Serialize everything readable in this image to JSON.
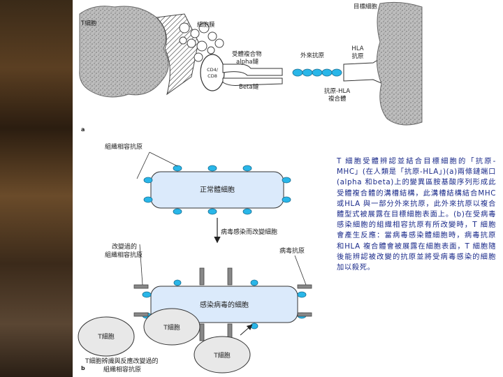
{
  "panel_a": {
    "t_cell": "T細胞",
    "cytoplasm": "細胞膜",
    "receptor_complex_line1": "受體複合物",
    "receptor_complex_line2": "alpha鏈",
    "beta_chain": "Beta鏈",
    "cd4_line1": "CD4/",
    "cd4_line2": "CD8",
    "foreign_antigen": "外來抗原",
    "hla_line1": "HLA",
    "hla_line2": "抗原",
    "complex_line1": "抗原-HLA",
    "complex_line2": "複合體",
    "target_cell": "目標細胞",
    "panel_letter": "a"
  },
  "panel_b": {
    "tissue_antigen": "組織相容抗原",
    "normal_cell": "正常體細胞",
    "infected_arrow": "病毒感染而改變細胞",
    "altered_line1": "改變過的",
    "altered_line2": "組織相容抗原",
    "viral_antigen": "病毒抗原",
    "infected_cell": "感染病毒的細胞",
    "t_cell_1": "T細胞",
    "t_cell_2": "T細胞",
    "t_cell_3": "T細胞",
    "bottom_line1": "T細胞辨識與反應改變過的",
    "bottom_line2": "組織相容抗原",
    "panel_letter": "b"
  },
  "caption": {
    "text": "T 細胞受體辨認並結合目標細胞的「抗原-MHC」(在人類是「抗原-HLA」)(a)兩條鏈端口(alpha 和beta)上的變異區胺基酸序列形成此受體複合體的溝槽結構，此溝槽結構結合MHC或HLA 與一部分外來抗原，此外來抗原以複合體型式被展露在目標細胞表面上。(b)在受病毒感染細胞的組織相容抗原有所改變時，T 細胞會產生反應：當病毒感染體細胞時，病毒抗原和HLA 複合體會被展露在細胞表面，T 細胞隨後能辨認被改變的抗原並將受病毒感染的細胞加以殺死。"
  },
  "colors": {
    "cell_fill": "#dbeafb",
    "bead_fill": "#29b6e8",
    "caption_text": "#1a2a8a"
  }
}
